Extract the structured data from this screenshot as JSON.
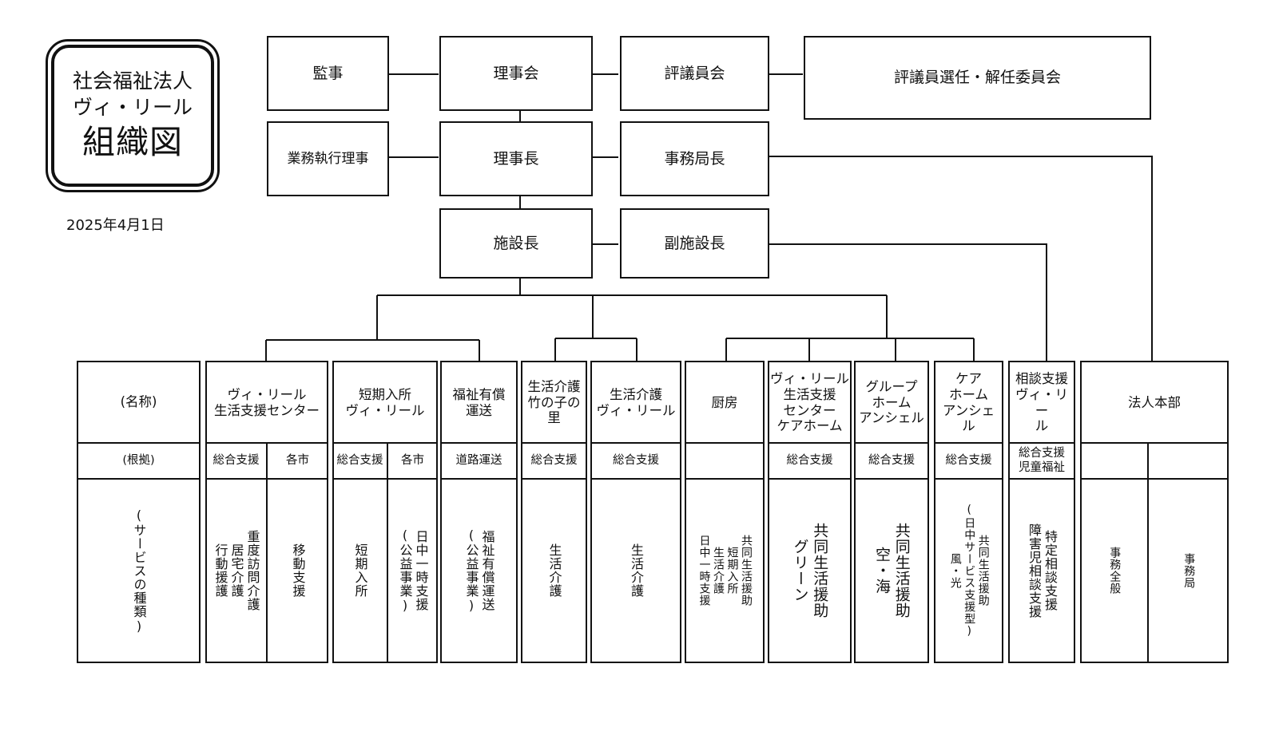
{
  "title": {
    "line1": "社会福祉法人",
    "line2": "ヴィ・リール",
    "line3": "組織図"
  },
  "date": "2025年4月1日",
  "top": {
    "kanji": "監事",
    "rijikai": "理事会",
    "hyogiinkai": "評議員会",
    "senin": "評議員選任・解任委員会",
    "gyomu": "業務執行理事",
    "rijicho": "理事長",
    "jimukyokucho": "事務局長",
    "shisetsucho": "施設長",
    "fukushisetsucho": "副施設長"
  },
  "table": {
    "label_col": {
      "name": "(名称)",
      "basis": "(根拠)",
      "service": "(サービスの種類)"
    },
    "units": [
      {
        "name": "ヴィ・リール\n生活支援センター",
        "basis": [
          "総合支援",
          "各市"
        ],
        "service": [
          "重度訪問介護\n居宅介護\n行動援護",
          "移動支援"
        ]
      },
      {
        "name": "短期入所\nヴィ・リール",
        "basis": [
          "総合支援",
          "各市"
        ],
        "service": [
          "短期入所",
          "日中一時支援\n(公益事業)"
        ]
      },
      {
        "name": "福祉有償\n運送",
        "basis": [
          "道路運送"
        ],
        "service": [
          "福祉有償運送\n(公益事業)"
        ]
      },
      {
        "name": "生活介護\n竹の子の\n里",
        "basis": [
          "総合支援"
        ],
        "service": [
          "生活介護"
        ]
      },
      {
        "name": "生活介護\nヴィ・リール",
        "basis": [
          "総合支援"
        ],
        "service": [
          "生活介護"
        ]
      },
      {
        "name": "厨房",
        "basis": [
          ""
        ],
        "service": [
          "共同生活援助\n短期入所\n生活介護\n日中一時支援"
        ]
      },
      {
        "name": "ヴィ・リール\n生活支援\nセンター\nケアホーム",
        "basis": [
          "総合支援"
        ],
        "service": [
          "共同生活援助\nグリーン"
        ]
      },
      {
        "name": "グループ\nホーム\nアンシェル",
        "basis": [
          "総合支援"
        ],
        "service": [
          "共同生活援助\n空・海"
        ]
      },
      {
        "name": "ケア\nホーム\nアンシェ\nル",
        "basis": [
          "総合支援"
        ],
        "service": [
          "共同生活援助\n(日中サービス支援型)\n風・光"
        ]
      },
      {
        "name": "相談支援\nヴィ・リー\nル",
        "basis": [
          "総合支援\n児童福祉"
        ],
        "service": [
          "特定相談支援\n障害児相談支援"
        ]
      },
      {
        "name": "法人本部",
        "basis": [
          "",
          ""
        ],
        "service": [
          "事務全般",
          "事務局"
        ]
      }
    ]
  }
}
